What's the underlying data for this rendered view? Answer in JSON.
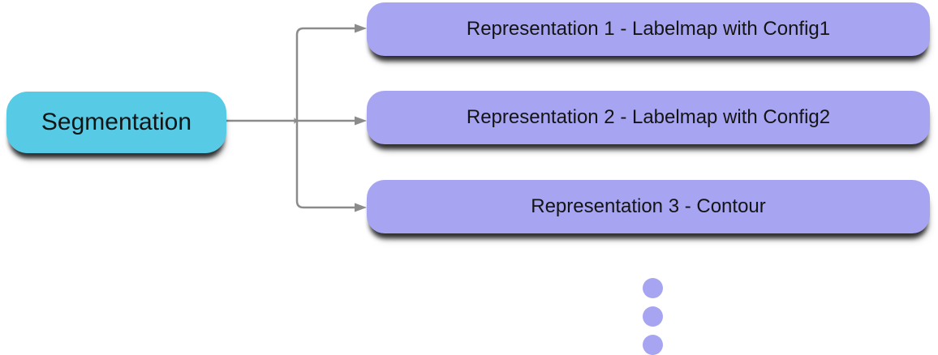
{
  "diagram": {
    "segmentation_node": {
      "label": "Segmentation",
      "fill_color": "#57cbe6"
    },
    "representation_nodes": [
      {
        "label": "Representation 1 - Labelmap with Config1"
      },
      {
        "label": "Representation 2 - Labelmap with Config2"
      },
      {
        "label": "Representation 3 - Contour"
      }
    ],
    "representation_fill_color": "#a7a5f2",
    "connector_color": "#8b8b8b",
    "text_color": "#141414",
    "ellipsis": {
      "dot_color": "#a7a5f2",
      "dot_count": 3
    }
  }
}
